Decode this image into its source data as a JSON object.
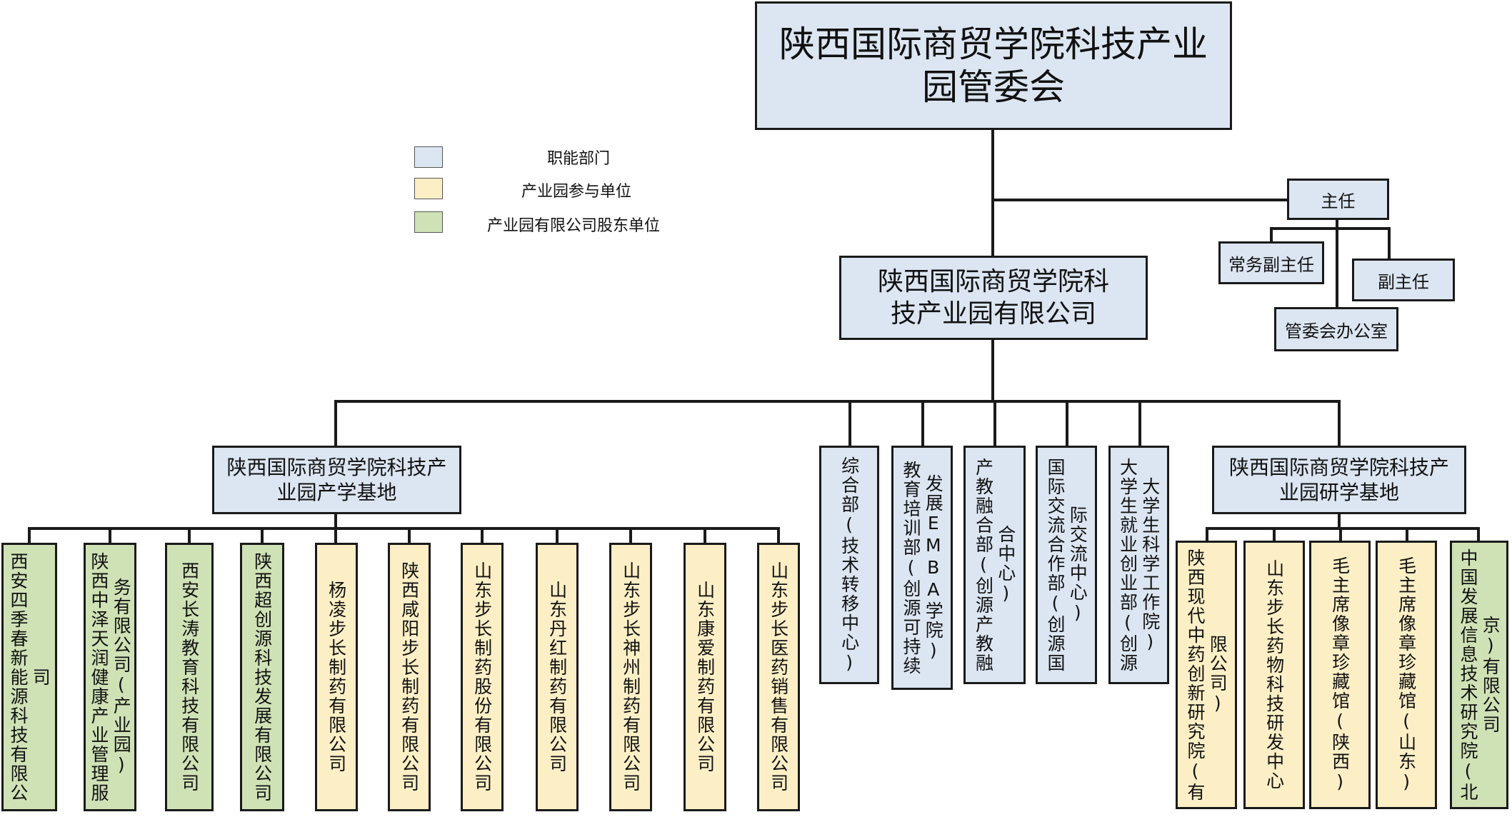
{
  "colors": {
    "function_dept": "#dce6f2",
    "participant": "#fcefc6",
    "shareholder": "#cfe2b6"
  },
  "legend": [
    {
      "label": "职能部门",
      "color": "#dce6f2"
    },
    {
      "label": "产业园参与单位",
      "color": "#fcefc6"
    },
    {
      "label": "产业园有限公司股东单位",
      "color": "#cfe2b6"
    }
  ],
  "top": {
    "title": "陕西国际商贸学院科技产业园管委会"
  },
  "leadership": {
    "director": "主任",
    "exec_deputy": "常务副主任",
    "deputy": "副主任",
    "office": "管委会办公室"
  },
  "company": {
    "name": "陕西国际商贸学院科技产业园有限公司"
  },
  "base_left": {
    "name": "陕西国际商贸学院科技产业园产学基地"
  },
  "base_right": {
    "name": "陕西国际商贸学院科技产业园研学基地"
  },
  "departments": [
    "综合部(技术转移中心)",
    "教育培训部(创源可持续发展EMBA学院)",
    "产教融合部(创源产教融合中心)",
    "国际交流合作部(创源国际交流中心)",
    "大学生就业创业部(创源大学生科学工作院)"
  ],
  "left_units": [
    "西安四季春新能源科技有限公司",
    "陕西中泽天润健康产业管理服务有限公司(产业园)",
    "西安长涛教育科技有限公司",
    "陕西超创源科技发展有限公司",
    "杨凌步长制药有限公司",
    "陕西咸阳步长制药有限公司",
    "山东步长制药股份有限公司",
    "山东丹红制药有限公司",
    "山东步长神州制药有限公司",
    "山东康爱制药有限公司",
    "山东步长医药销售有限公司"
  ],
  "right_units": [
    "陕西现代中药创新研究院(有限公司)",
    "山东步长药物科技研发中心",
    "毛主席像章珍藏馆(陕西)",
    "毛主席像章珍藏馆(山东)",
    "中国发展信息技术研究院(北京)有限公司"
  ]
}
